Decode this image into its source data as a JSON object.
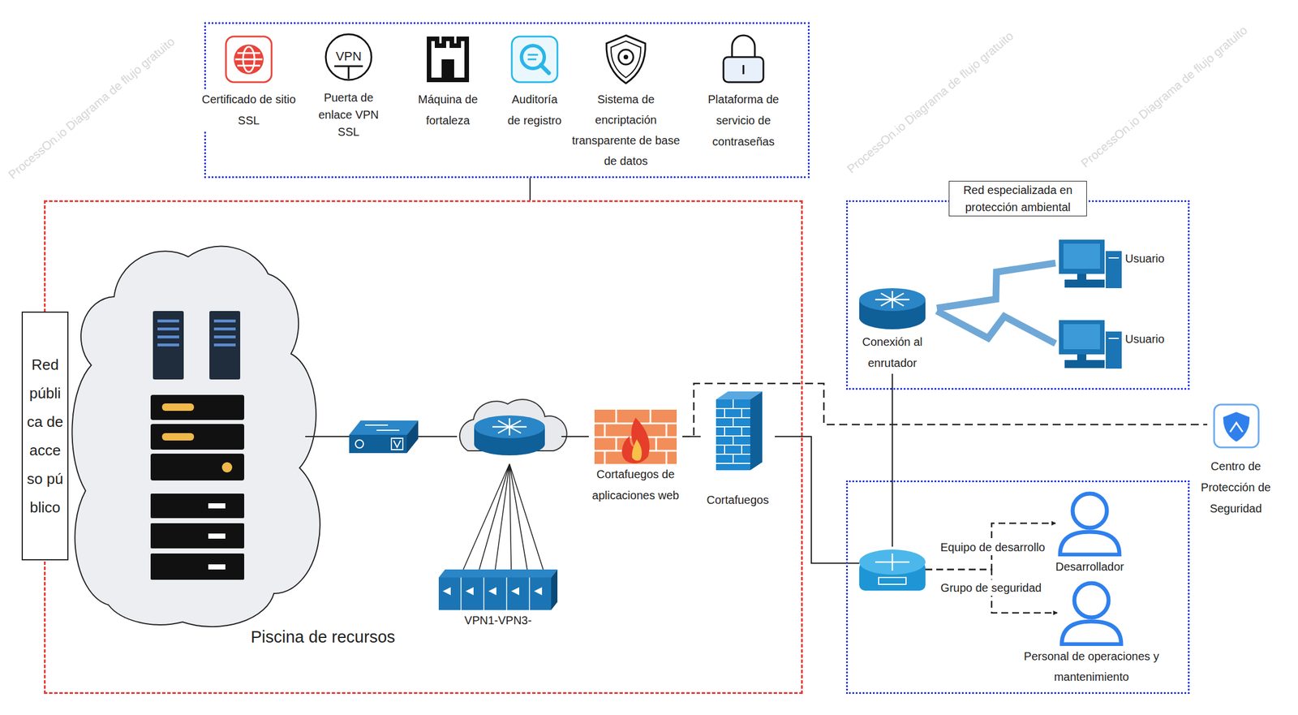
{
  "diagram": {
    "nodes": [
      {
        "text": []
      },
      {
        "text": [
          "Certificado de sitio SSL"
        ],
        "in": 0
      },
      {
        "text": [
          "Puerta de enlace VPN SSL"
        ],
        "in": 0
      },
      {
        "text": [
          "Máquina de fortaleza"
        ],
        "in": 0
      },
      {
        "text": [
          "Auditoría de registro"
        ],
        "in": 0
      },
      {
        "text": [
          "Sistema de encriptación transparente de base de datos"
        ],
        "in": 0
      },
      {
        "text": [
          "Plataforma de servicio de contraseñas"
        ],
        "in": 0
      },
      {
        "text": [
          "Red pública de acceso público"
        ]
      },
      {
        "text": []
      },
      {
        "text": [
          "Piscina de recursos"
        ],
        "in": 8
      },
      {
        "text": [],
        "in": 8
      },
      {
        "text": [],
        "in": 8
      },
      {
        "text": [
          "VPN1-VPN3-"
        ],
        "in": 8
      },
      {
        "text": [
          "Cortafuegos de aplicaciones web"
        ],
        "in": 8
      },
      {
        "text": [
          "Cortafuegos"
        ],
        "in": 8
      },
      {
        "text": [
          "Red especializada en protección ambiental"
        ]
      },
      {
        "text": [
          "Conexión al enrutador"
        ],
        "in": 15
      },
      {
        "text": [
          "Usuario"
        ],
        "in": 15
      },
      {
        "text": [
          "Usuario"
        ],
        "in": 15
      },
      {
        "text": []
      },
      {
        "text": [],
        "in": 19
      },
      {
        "text": [
          "Desarrollador"
        ],
        "in": 19
      },
      {
        "text": [
          "Personal de operaciones y mantenimiento"
        ],
        "in": 19
      },
      {
        "text": [
          "Centro de Protección de Seguridad"
        ]
      }
    ],
    "edges": [
      {
        "from": 0,
        "to": 8,
        "arrow": "none"
      },
      {
        "from": 9,
        "to": 10,
        "arrow": "none"
      },
      {
        "from": 10,
        "to": 11,
        "arrow": "none"
      },
      {
        "from": 11,
        "to": 12,
        "arrow": "none"
      },
      {
        "from": 11,
        "to": 13,
        "arrow": "none"
      },
      {
        "from": 13,
        "to": 14,
        "arrow": "none"
      },
      {
        "from": 14,
        "to": 20,
        "arrow": "none"
      },
      {
        "from": 13,
        "to": 23,
        "arrow": "none"
      },
      {
        "from": 16,
        "to": 20,
        "arrow": "none"
      },
      {
        "from": 16,
        "to": 17,
        "arrow": "none"
      },
      {
        "from": 16,
        "to": 18,
        "arrow": "none"
      },
      {
        "from": 20,
        "to": 21,
        "label": "Equipo de desarrollo",
        "arrow": "to"
      },
      {
        "from": 20,
        "to": 22,
        "label": "Grupo de seguridad",
        "arrow": "to"
      }
    ],
    "labels": [
      "VPN",
      "ProcessOn.io Diagrama de flujo gratuito",
      "ProcessOn.io Diagrama de flujo gratuito",
      "ProcessOn.io Diagrama de flujo gratuito"
    ]
  }
}
